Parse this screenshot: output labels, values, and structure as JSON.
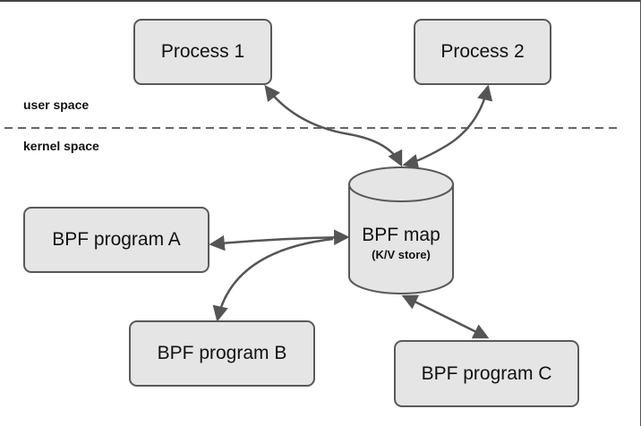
{
  "labels": {
    "user_space": "user space",
    "kernel_space": "kernel space"
  },
  "nodes": {
    "process_1": "Process 1",
    "process_2": "Process 2",
    "bpf_map": "BPF map",
    "bpf_map_sub": "(K/V store)",
    "program_a": "BPF program A",
    "program_b": "BPF program B",
    "program_c": "BPF program C"
  },
  "colors": {
    "box_fill": "#e5e5e5",
    "box_border": "#595959",
    "edge": "#555555",
    "divider": "#666666"
  }
}
